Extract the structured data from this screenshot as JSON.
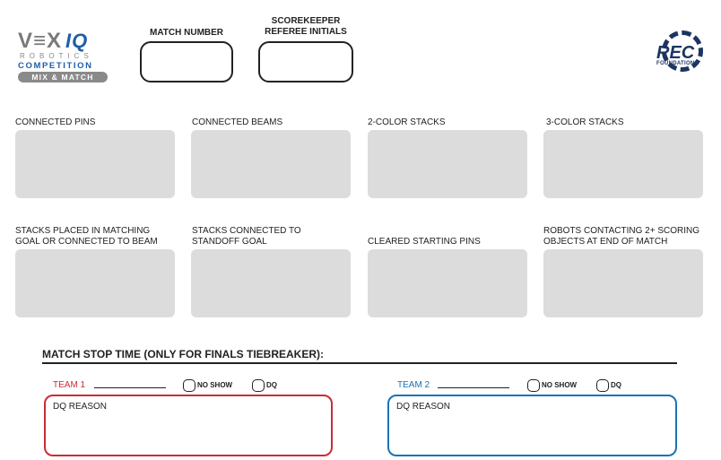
{
  "header": {
    "logo_left": {
      "word": "V≡X",
      "iq": "IQ",
      "robotics": "ROBOTICS",
      "competition": "COMPETITION",
      "mix": "MIX & MATCH"
    },
    "match_number_label": "MATCH NUMBER",
    "initials_label_line1": "SCOREKEEPER",
    "initials_label_line2": "REFEREE INITIALS",
    "logo_right": {
      "text": "REC",
      "sub": "FOUNDATION"
    }
  },
  "scoring_row1": [
    {
      "label": "CONNECTED PINS"
    },
    {
      "label": "CONNECTED BEAMS"
    },
    {
      "label": "2-COLOR STACKS"
    },
    {
      "label": "3-COLOR STACKS"
    }
  ],
  "scoring_row2": [
    {
      "line1": "STACKS PLACED IN MATCHING",
      "line2": "GOAL OR CONNECTED TO BEAM"
    },
    {
      "line1": "STACKS CONNECTED TO",
      "line2": "STANDOFF GOAL"
    },
    {
      "line1": "",
      "line2": "CLEARED STARTING PINS"
    },
    {
      "line1": "ROBOTS CONTACTING 2+ SCORING",
      "line2": "OBJECTS AT END OF MATCH"
    }
  ],
  "stop_time": {
    "title": "MATCH STOP TIME (ONLY FOR FINALS TIEBREAKER):"
  },
  "teams": [
    {
      "label": "TEAM 1",
      "no_show": "NO SHOW",
      "dq": "DQ",
      "dq_reason": "DQ REASON",
      "color": "#cc2b35"
    },
    {
      "label": "TEAM 2",
      "no_show": "NO SHOW",
      "dq": "DQ",
      "dq_reason": "DQ REASON",
      "color": "#1a73b8"
    }
  ]
}
